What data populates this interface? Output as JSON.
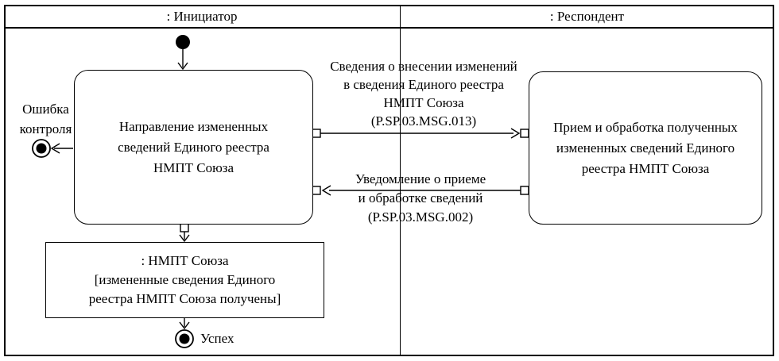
{
  "diagram": {
    "type": "uml-activity-diagram",
    "colors": {
      "line": "#000000",
      "background": "#ffffff"
    },
    "lanes": [
      {
        "label": ": Инициатор"
      },
      {
        "label": ": Респондент"
      }
    ],
    "actions": [
      {
        "id": "send-changed-data",
        "lines": [
          "Направление измененных",
          "сведений Единого реестра",
          "НМПТ Союза"
        ]
      },
      {
        "id": "receive-changed-data",
        "lines": [
          "Прием и обработка полученных",
          "измененных сведений Единого",
          "реестра НМПТ Союза"
        ]
      }
    ],
    "object_node": {
      "lines": [
        ": НМПТ Союза",
        "[измененные сведения Единого",
        "реестра НМПТ Союза получены]"
      ]
    },
    "messages": [
      {
        "direction": "right",
        "lines": [
          "Сведения о внесении изменений",
          "в сведения Единого реестра",
          "НМПТ Союза",
          "(P.SP.03.MSG.013)"
        ]
      },
      {
        "direction": "left",
        "lines": [
          "Уведомление о приеме",
          "и обработке сведений",
          "(P.SP.03.MSG.002)"
        ]
      }
    ],
    "final_nodes": {
      "error": {
        "label_lines": [
          "Ошибка",
          "контроля"
        ]
      },
      "success": {
        "label": "Успех"
      }
    }
  }
}
